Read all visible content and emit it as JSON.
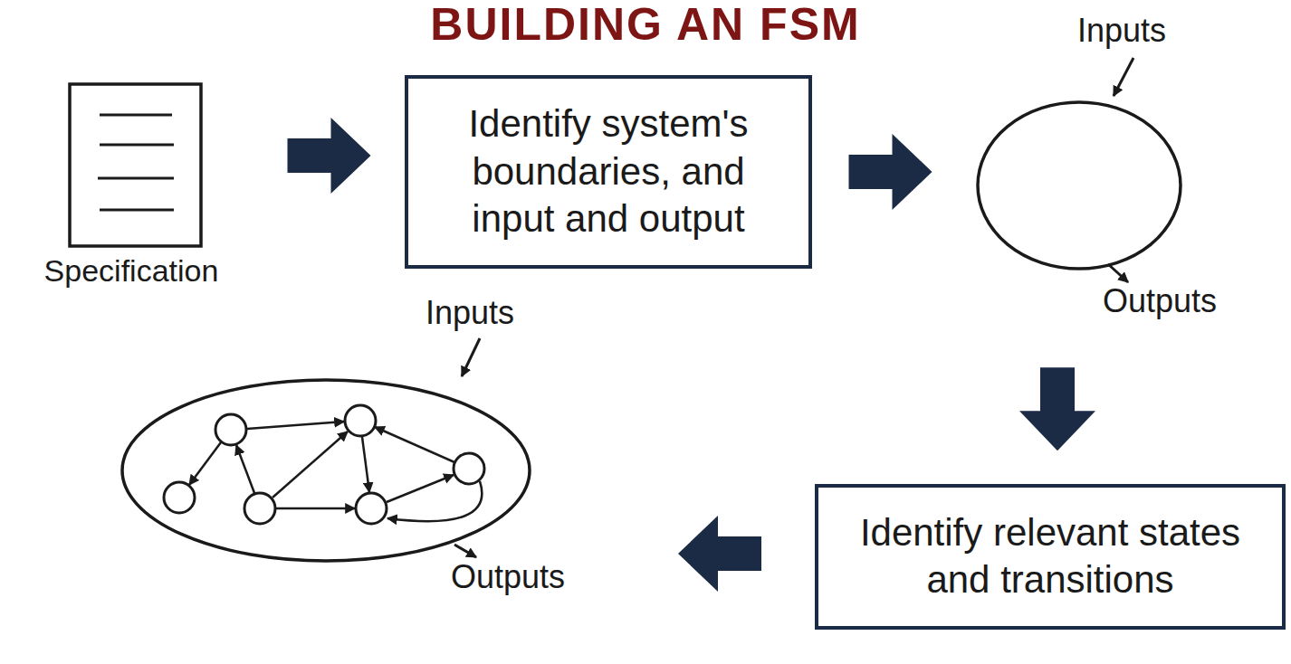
{
  "diagram": {
    "title": "BUILDING AN FSM",
    "nodes": [
      {
        "text": [
          "Specification"
        ]
      },
      {
        "text": [
          "Identify system's boundaries, and input and output"
        ]
      },
      {
        "text": [
          "Inputs",
          "Outputs"
        ]
      },
      {
        "text": [
          "Identify relevant states and transitions"
        ]
      },
      {
        "text": [
          "Inputs",
          "Outputs"
        ]
      }
    ],
    "edges": [
      {
        "from": 0,
        "to": 1,
        "arrow": "to"
      },
      {
        "from": 1,
        "to": 2,
        "arrow": "to"
      },
      {
        "from": 2,
        "to": 3,
        "arrow": "to"
      },
      {
        "from": 3,
        "to": 4,
        "arrow": "to"
      }
    ]
  }
}
